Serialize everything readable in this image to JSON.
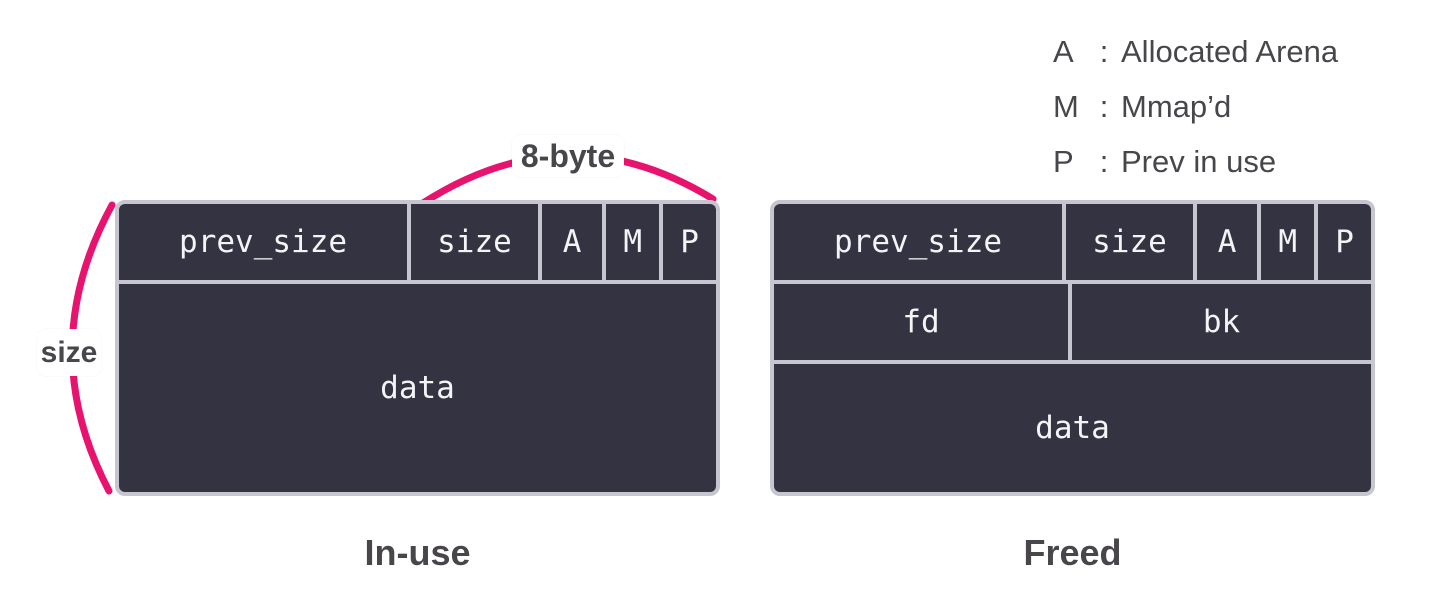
{
  "colors": {
    "accent_pink": "#E8136E",
    "cell_fill": "#333342",
    "cell_border": "#C7C6D0",
    "cell_text": "#F4F4F7",
    "label_text": "#48464B",
    "background": "#FFFFFF"
  },
  "legend": {
    "items": [
      {
        "key": "A",
        "colon": ":",
        "desc": "Allocated Arena"
      },
      {
        "key": "M",
        "colon": ":",
        "desc": "Mmap’d"
      },
      {
        "key": "P",
        "colon": ":",
        "desc": "Prev in use"
      }
    ]
  },
  "annotations": {
    "top_brace_label": "8-byte",
    "left_brace_label": "size"
  },
  "chunks": {
    "in_use": {
      "caption": "In-use",
      "header": [
        "prev_size",
        "size",
        "A",
        "M",
        "P"
      ],
      "body": [
        "data"
      ]
    },
    "freed": {
      "caption": "Freed",
      "header": [
        "prev_size",
        "size",
        "A",
        "M",
        "P"
      ],
      "pointers": [
        "fd",
        "bk"
      ],
      "body": [
        "data"
      ]
    }
  }
}
